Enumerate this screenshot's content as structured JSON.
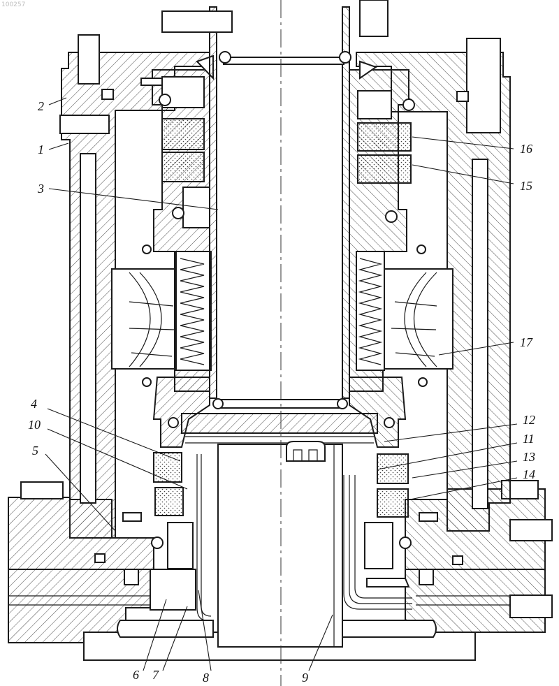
{
  "corner_mark": "100257",
  "callouts": [
    {
      "id": "1",
      "text": "1"
    },
    {
      "id": "2",
      "text": "2"
    },
    {
      "id": "3",
      "text": "3"
    },
    {
      "id": "4",
      "text": "4"
    },
    {
      "id": "5",
      "text": "5"
    },
    {
      "id": "6",
      "text": "6"
    },
    {
      "id": "7",
      "text": "7"
    },
    {
      "id": "8",
      "text": "8"
    },
    {
      "id": "9",
      "text": "9"
    },
    {
      "id": "10",
      "text": "10"
    },
    {
      "id": "11",
      "text": "11"
    },
    {
      "id": "12",
      "text": "12"
    },
    {
      "id": "13",
      "text": "13"
    },
    {
      "id": "14",
      "text": "14"
    },
    {
      "id": "15",
      "text": "15"
    },
    {
      "id": "16",
      "text": "16"
    },
    {
      "id": "17",
      "text": "17"
    }
  ]
}
